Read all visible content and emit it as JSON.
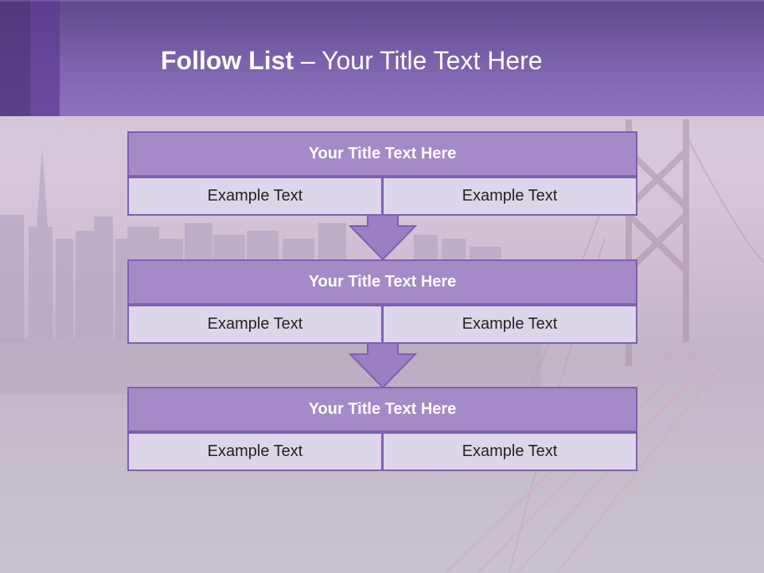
{
  "header": {
    "title_bold": "Follow List",
    "title_sep": " – ",
    "title_rest": "Your Title Text Here"
  },
  "blocks": [
    {
      "title": "Your Title Text Here",
      "left": "Example Text",
      "right": "Example Text"
    },
    {
      "title": "Your Title Text Here",
      "left": "Example Text",
      "right": "Example Text"
    },
    {
      "title": "Your Title Text Here",
      "left": "Example Text",
      "right": "Example Text"
    }
  ],
  "colors": {
    "header": "#7c63ad",
    "title_fill": "#a48bc7",
    "cell_fill": "#ddd5ea",
    "border": "#7e5fb0",
    "arrow_fill": "#9a7fc4"
  }
}
